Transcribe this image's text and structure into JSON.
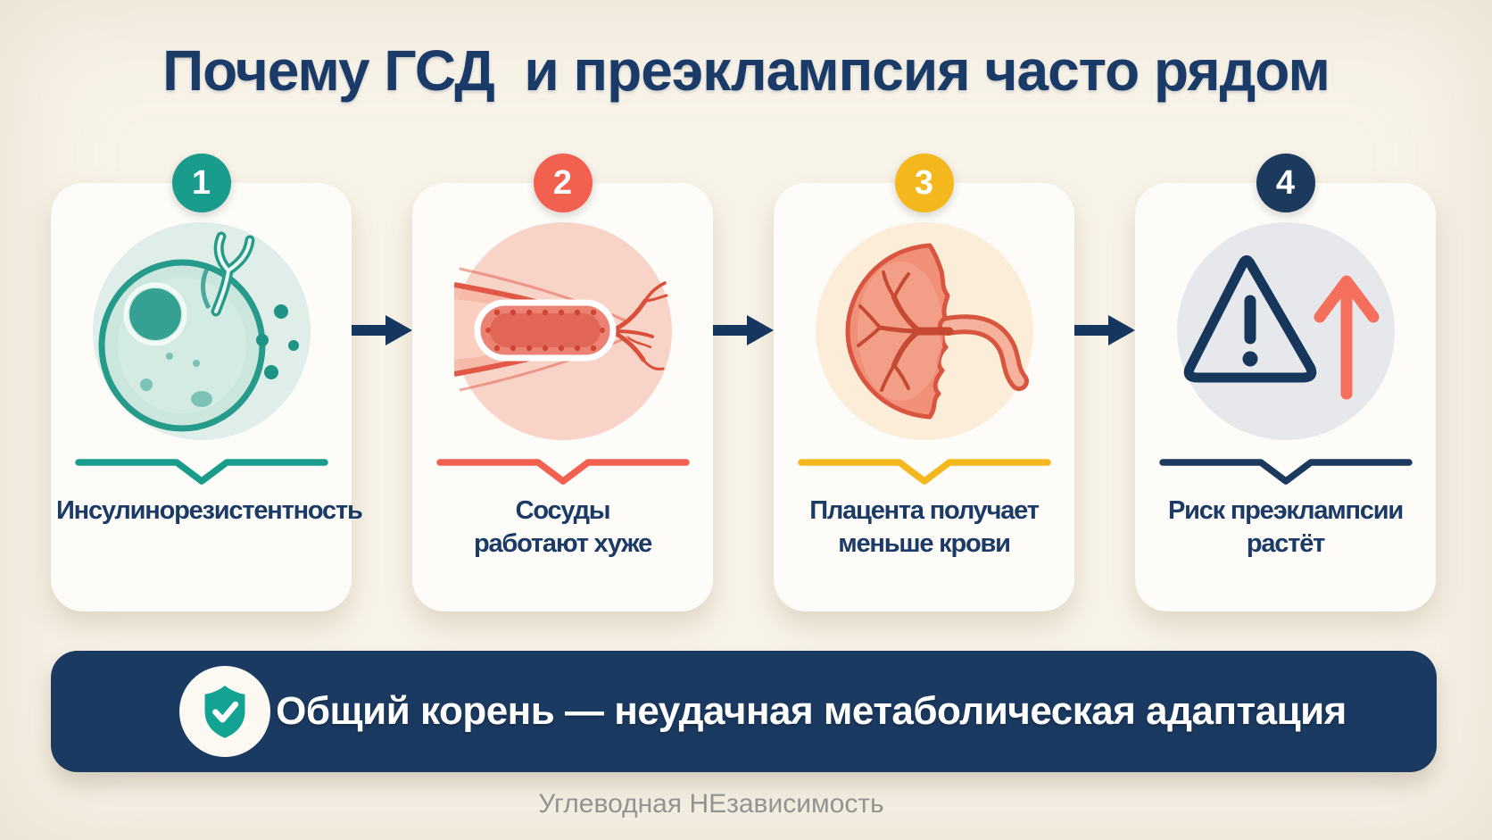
{
  "title": "Почему ГСД  и преэклампсия часто рядом",
  "steps": [
    {
      "number": "1",
      "label": "Инсулинорезистентность",
      "accent": "#1A9C8C",
      "circle_bg": "#DFEEE8",
      "icon": "insulin-resistant-cell-icon"
    },
    {
      "number": "2",
      "label": "Сосуды\nработают хуже",
      "accent": "#F2604F",
      "circle_bg": "#F8D3C8",
      "icon": "narrowed-blood-vessel-icon"
    },
    {
      "number": "3",
      "label": "Плацента получает\nменьше крови",
      "accent": "#F4B81E",
      "circle_bg": "#FBEDD7",
      "icon": "placenta-icon"
    },
    {
      "number": "4",
      "label": "Риск преэклампсии\nрастёт",
      "accent": "#1B3A5E",
      "circle_bg": "#E7E8EB",
      "icon": "warning-risk-rising-icon"
    }
  ],
  "flow": {
    "arrow_color": "#14365F"
  },
  "banner": {
    "text": "Общий корень — неудачная метаболическая адаптация",
    "bg": "#1B3A61",
    "text_color": "#FFFFFF",
    "icon_circle_bg": "#FCF9F3",
    "shield_color": "#12A392"
  },
  "footer": {
    "brand": "Углеводная НЕзависимость",
    "text_color": "#95938F"
  },
  "page": {
    "background": "#F8F3E9",
    "card_bg": "#FDFCF8",
    "title_color": "#1A3A68",
    "label_color": "#1B3A66"
  }
}
